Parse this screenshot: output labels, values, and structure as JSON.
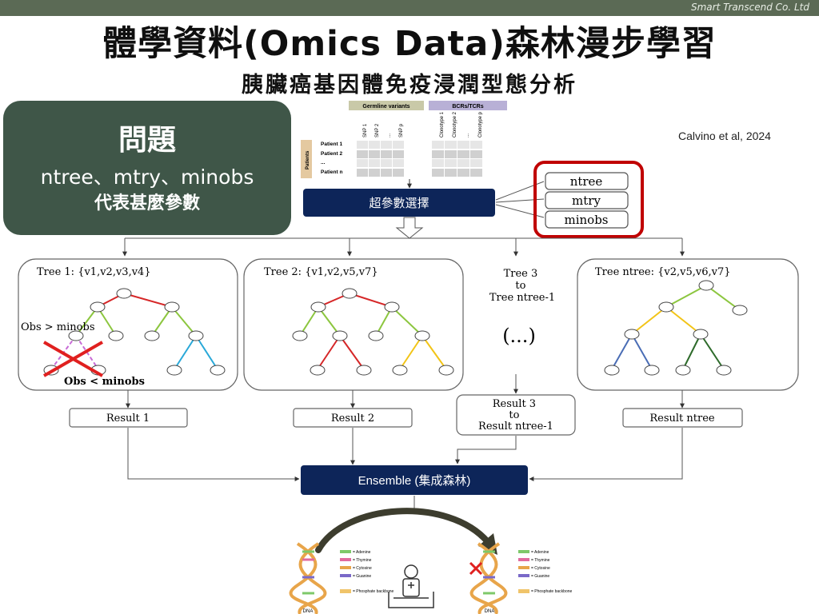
{
  "brand": "Smart Transcend Co. Ltd",
  "title": "體學資料(Omics Data)森林漫步學習",
  "subtitle": "胰臟癌基因體免疫浸潤型態分析",
  "question": {
    "heading": "問題",
    "line1": "ntree、mtry、minobs",
    "line2": "代表甚麼參數"
  },
  "citation": "Calvino et al, 2024",
  "data_table": {
    "group1": "Germline variants",
    "group2": "BCRs/TCRs",
    "columns": [
      "SNP 1",
      "SNP 2",
      "...",
      "SNP p",
      "Clonotype 1",
      "Clonotype 2",
      "...",
      "Clonotype p"
    ],
    "rows": [
      "Patient 1",
      "Patient 2",
      "...",
      "Patient n"
    ],
    "side_label": "Patients"
  },
  "hyper_select": "超參數選擇",
  "params": [
    "ntree",
    "mtry",
    "minobs"
  ],
  "trees": {
    "tree1": "Tree 1: {v1,v2,v3,v4}",
    "tree2": "Tree 2: {v1,v2,v5,v7}",
    "tree3": "Tree 3\nto\nTree ntree-1",
    "ellipsis": "(...)",
    "treen": "Tree ntree: {v2,v5,v6,v7}"
  },
  "annotations": {
    "obs_gt": "Obs > minobs",
    "obs_lt": "Obs < minobs"
  },
  "results": [
    "Result 1",
    "Result 2",
    "Result 3\nto\nResult ntree-1",
    "Result ntree"
  ],
  "ensemble": "Ensemble (集成森林)",
  "dna_legend": [
    "= Adenine",
    "= Thymine",
    "= Cytosine",
    "= Guanine",
    "= Phosphate backbone"
  ],
  "dna_label": "DNA",
  "colors": {
    "topbar": "#5b6a55",
    "question_bg": "#3f5648",
    "navy": "#0d2559",
    "highlight": "#c00000"
  }
}
